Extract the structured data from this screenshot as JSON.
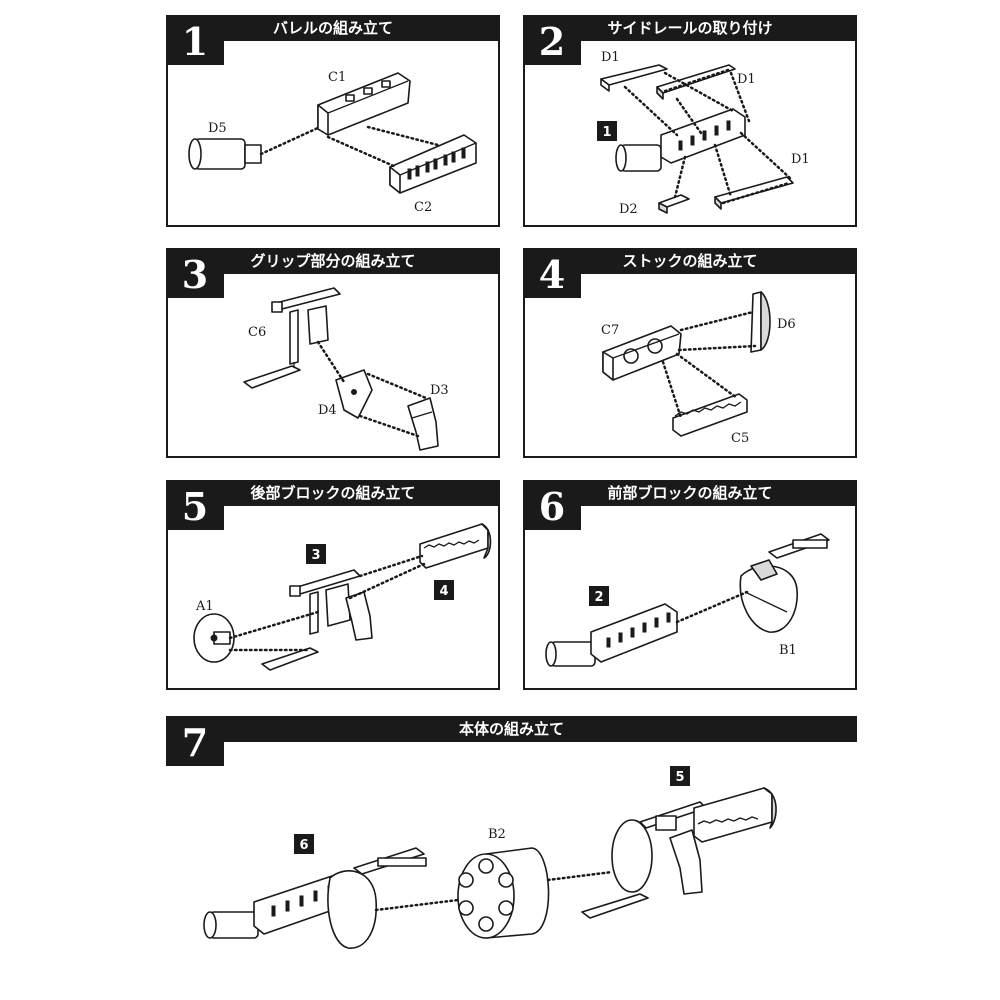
{
  "steps": [
    {
      "number": "1",
      "title": "バレルの組み立て",
      "parts": [
        "C1",
        "D5",
        "C2"
      ]
    },
    {
      "number": "2",
      "title": "サイドレールの取り付け",
      "parts": [
        "D1",
        "D1",
        "D1",
        "D2"
      ],
      "refs": [
        "1"
      ]
    },
    {
      "number": "3",
      "title": "グリップ部分の組み立て",
      "parts": [
        "C6",
        "D4",
        "D3"
      ]
    },
    {
      "number": "4",
      "title": "ストックの組み立て",
      "parts": [
        "C7",
        "D6",
        "C5"
      ]
    },
    {
      "number": "5",
      "title": "後部ブロックの組み立て",
      "parts": [
        "A1"
      ],
      "refs": [
        "3",
        "4"
      ]
    },
    {
      "number": "6",
      "title": "前部ブロックの組み立て",
      "parts": [
        "B1"
      ],
      "refs": [
        "2"
      ]
    },
    {
      "number": "7",
      "title": "本体の組み立て",
      "parts": [
        "B2"
      ],
      "refs": [
        "6",
        "5"
      ]
    }
  ]
}
